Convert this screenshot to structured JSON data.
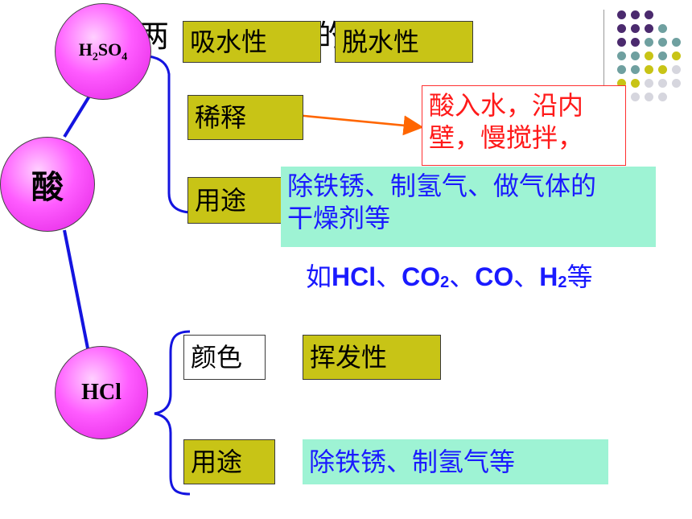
{
  "nodes": {
    "acid": "酸",
    "h2so4": {
      "h": "H",
      "sub1": "2",
      "so": "SO",
      "sub2": "4"
    },
    "hcl": "HCl"
  },
  "h2so4_title_fragment_left": "两",
  "h2so4_title_fragment_right": "的",
  "h2so4_props": {
    "absorb": "吸水性",
    "dehydrate": "脱水性",
    "dilute": "稀释",
    "dilute_note_line1": "酸入水，沿内",
    "dilute_note_line2": "壁，慢搅拌，",
    "use_label": "用途",
    "use_line1": "除铁锈、制氢气、做气体的",
    "use_line2": "干燥剂等",
    "gas_example": {
      "pre": "如",
      "hcl": "HCl",
      "sep1": "、",
      "co": "CO",
      "co_sub": "2",
      "sep2": "、",
      "co_b": "CO",
      "sep3": "、",
      "h": "H",
      "h_sub": "2",
      "post": "等"
    }
  },
  "hcl_props": {
    "color_label": "颜色",
    "volatile": "挥发性",
    "use_label": "用途",
    "use_text": "除铁锈、制氢气等"
  },
  "colors": {
    "olive": "#c8c416",
    "mint": "#9ef3d4",
    "magenta": "#ff5cff",
    "line_blue": "#1414e0",
    "arrow_orange": "#ff6600",
    "dot_purple": "#4b2a6e",
    "dot_teal": "#6fa0a0",
    "dot_yellow": "#c8c416",
    "dot_gray": "#d6d6de"
  }
}
